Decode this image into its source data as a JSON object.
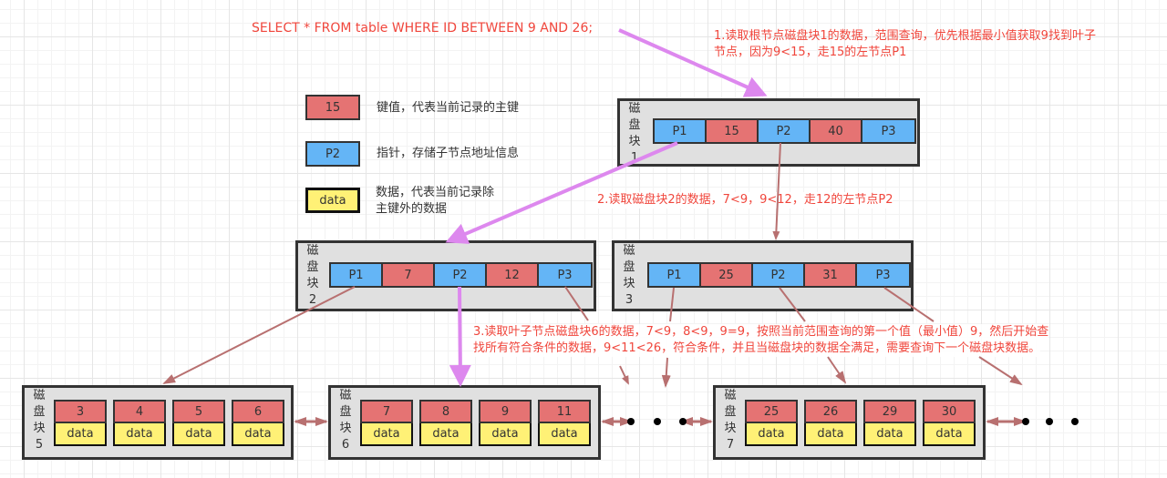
{
  "query": "SELECT * FROM table WHERE ID  BETWEEN 9 AND 26;",
  "annotations": {
    "step1_line1": "1.读取根节点磁盘块1的数据，范围查询，优先根据最小值获取9找到叶子",
    "step1_line2": "节点，因为9<15，走15的左节点P1",
    "step2": "2.读取磁盘块2的数据，7<9，9<12，走12的左节点P2",
    "step3_line1": "3.读取叶子节点磁盘块6的数据，7<9，8<9，9=9，按照当前范围查询的第一个值（最小值）9，然后开始查",
    "step3_line2": "找所有符合条件的数据，9<11<26，符合条件，并且当磁盘块的数据全满足，需要查询下一个磁盘块数据。"
  },
  "legend": {
    "key": {
      "sample": "15",
      "desc": "键值，代表当前记录的主键"
    },
    "pointer": {
      "sample": "P2",
      "desc": "指针，存储子节点地址信息"
    },
    "data": {
      "sample": "data",
      "desc_line1": "数据，代表当前记录除",
      "desc_line2": "主键外的数据"
    }
  },
  "colors": {
    "key": "#e57373",
    "pointer": "#64b5f6",
    "data": "#fff176",
    "annotation_text": "#f0463c",
    "search_path_arrow": "#dd88ee",
    "tree_arrow": "#b87070"
  },
  "nodes": {
    "block1": {
      "label": "磁\n盘\n块\n1",
      "cells": [
        "P1",
        "15",
        "P2",
        "40",
        "P3"
      ]
    },
    "block2": {
      "label": "磁\n盘\n块\n2",
      "cells": [
        "P1",
        "7",
        "P2",
        "12",
        "P3"
      ]
    },
    "block3": {
      "label": "磁\n盘\n块\n3",
      "cells": [
        "P1",
        "25",
        "P2",
        "31",
        "P3"
      ]
    },
    "block5": {
      "label": "磁\n盘\n块\n5",
      "keys": [
        "3",
        "4",
        "5",
        "6"
      ],
      "data": [
        "data",
        "data",
        "data",
        "data"
      ]
    },
    "block6": {
      "label": "磁\n盘\n块\n6",
      "keys": [
        "7",
        "8",
        "9",
        "11"
      ],
      "data": [
        "data",
        "data",
        "data",
        "data"
      ]
    },
    "block7": {
      "label": "磁\n盘\n块\n7",
      "keys": [
        "25",
        "26",
        "29",
        "30"
      ],
      "data": [
        "data",
        "data",
        "data",
        "data"
      ]
    }
  }
}
